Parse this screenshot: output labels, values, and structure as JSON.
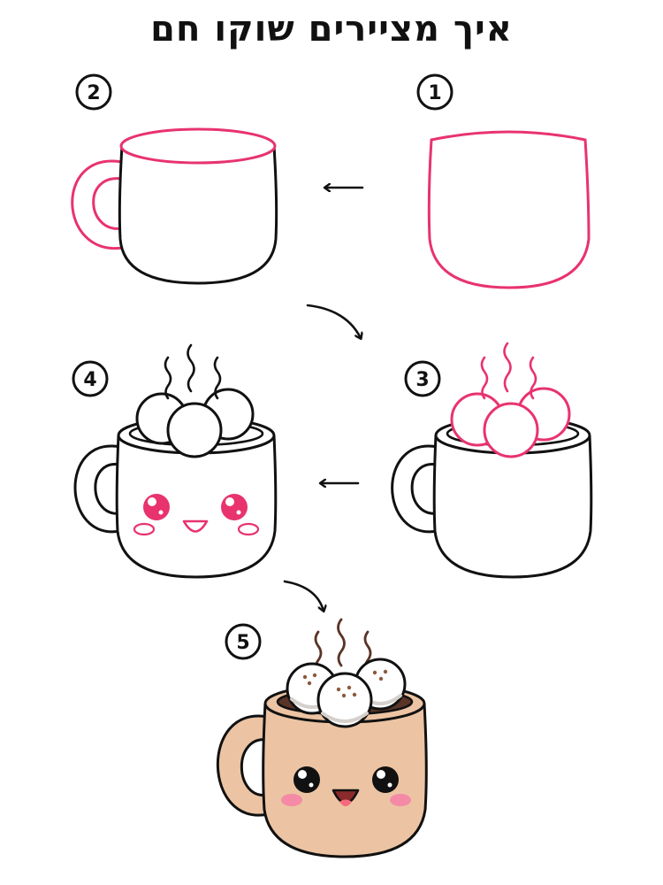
{
  "title": "איך מציירים שוקו חם",
  "steps": [
    {
      "number": "1"
    },
    {
      "number": "2"
    },
    {
      "number": "3"
    },
    {
      "number": "4"
    },
    {
      "number": "5"
    }
  ],
  "colors": {
    "ink": "#111111",
    "highlight": "#e8336e",
    "cocoa": "#5a3427",
    "mug_fill": "#ecc4a3",
    "marshmallow_shadow": "#d6d0cc",
    "sprinkle": "#8a5a3c",
    "blush": "#f48aa6"
  },
  "icons": [
    "arrow-left-icon",
    "arrow-curved-down-icon"
  ]
}
